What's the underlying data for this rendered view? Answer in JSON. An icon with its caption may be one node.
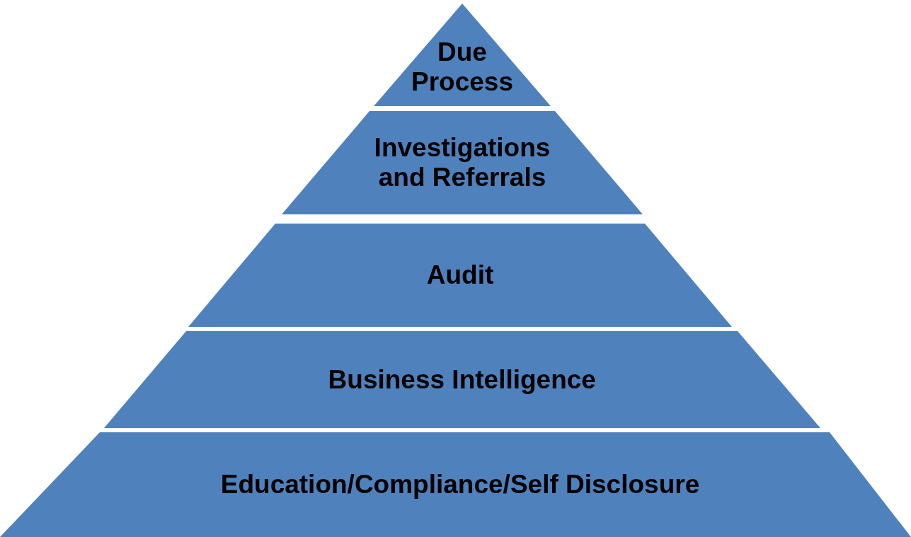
{
  "diagram": {
    "nodes": [
      {
        "text": [
          "Due Process"
        ]
      },
      {
        "text": [
          "Investigations and Referrals"
        ]
      },
      {
        "text": [
          "Audit"
        ]
      },
      {
        "text": [
          "Business Intelligence"
        ]
      },
      {
        "text": [
          "Education/Compliance/Self Disclosure"
        ]
      }
    ]
  }
}
